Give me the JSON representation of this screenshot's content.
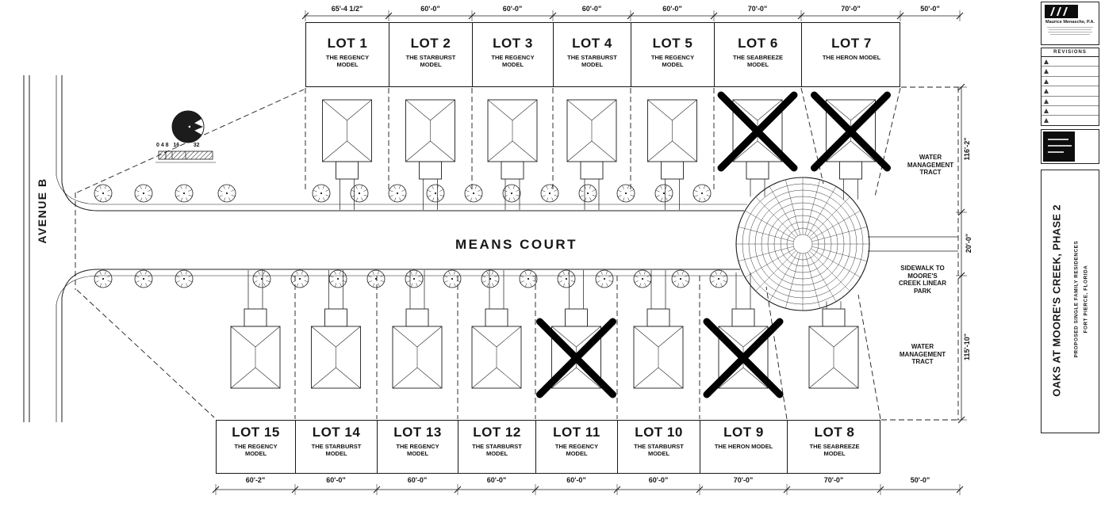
{
  "colors": {
    "ink": "#1c1c1c",
    "paper": "#ffffff",
    "xmark": "#000000"
  },
  "plan": {
    "street_horizontal": "MEANS COURT",
    "street_vertical": "AVENUE B",
    "scale_numbers": "0 4 8   16         32",
    "annotations": {
      "water_tract_top": [
        "WATER",
        "MANAGEMENT",
        "TRACT"
      ],
      "sidewalk_note": [
        "SIDEWALK TO",
        "MOORE'S",
        "CREEK LINEAR",
        "PARK"
      ],
      "water_tract_bottom": [
        "WATER",
        "MANAGEMENT",
        "TRACT"
      ]
    }
  },
  "lots_top": [
    {
      "name": "LOT 1",
      "model": "THE REGENCY MODEL",
      "crossed": false
    },
    {
      "name": "LOT 2",
      "model": "THE STARBURST MODEL",
      "crossed": false
    },
    {
      "name": "LOT 3",
      "model": "THE REGENCY MODEL",
      "crossed": false
    },
    {
      "name": "LOT 4",
      "model": "THE STARBURST MODEL",
      "crossed": false
    },
    {
      "name": "LOT 5",
      "model": "THE REGENCY MODEL",
      "crossed": false
    },
    {
      "name": "LOT 6",
      "model": "THE SEABREEZE MODEL",
      "crossed": true
    },
    {
      "name": "LOT 7",
      "model": "THE HERON MODEL",
      "crossed": true
    }
  ],
  "lots_bottom": [
    {
      "name": "LOT 15",
      "model": "THE REGENCY MODEL",
      "crossed": false
    },
    {
      "name": "LOT 14",
      "model": "THE STARBURST MODEL",
      "crossed": false
    },
    {
      "name": "LOT 13",
      "model": "THE REGENCY MODEL",
      "crossed": false
    },
    {
      "name": "LOT 12",
      "model": "THE STARBURST MODEL",
      "crossed": false
    },
    {
      "name": "LOT 11",
      "model": "THE REGENCY MODEL",
      "crossed": true
    },
    {
      "name": "LOT 10",
      "model": "THE STARBURST MODEL",
      "crossed": false
    },
    {
      "name": "LOT 9",
      "model": "THE HERON MODEL",
      "crossed": true
    },
    {
      "name": "LOT 8",
      "model": "THE SEABREEZE MODEL",
      "crossed": false
    }
  ],
  "dims": {
    "top": [
      "65'-4 1/2\"",
      "60'-0\"",
      "60'-0\"",
      "60'-0\"",
      "60'-0\"",
      "70'-0\"",
      "70'-0\"",
      "50'-0\""
    ],
    "bottom": [
      "60'-2\"",
      "60'-0\"",
      "60'-0\"",
      "60'-0\"",
      "60'-0\"",
      "60'-0\"",
      "70'-0\"",
      "70'-0\"",
      "50'-0\""
    ],
    "right": [
      "116'-2\"",
      "20'-0\"",
      "115'-10\""
    ]
  },
  "title_block": {
    "firm_name": "Maurice Menasche, P.A.",
    "revisions_label": "REVISIONS",
    "project_title": "OAKS AT MOORE'S CREEK, PHASE 2",
    "project_type": "PROPOSED SINGLE FAMILY RESIDENCES",
    "project_location": "FORT PIERCE, FLORIDA"
  }
}
